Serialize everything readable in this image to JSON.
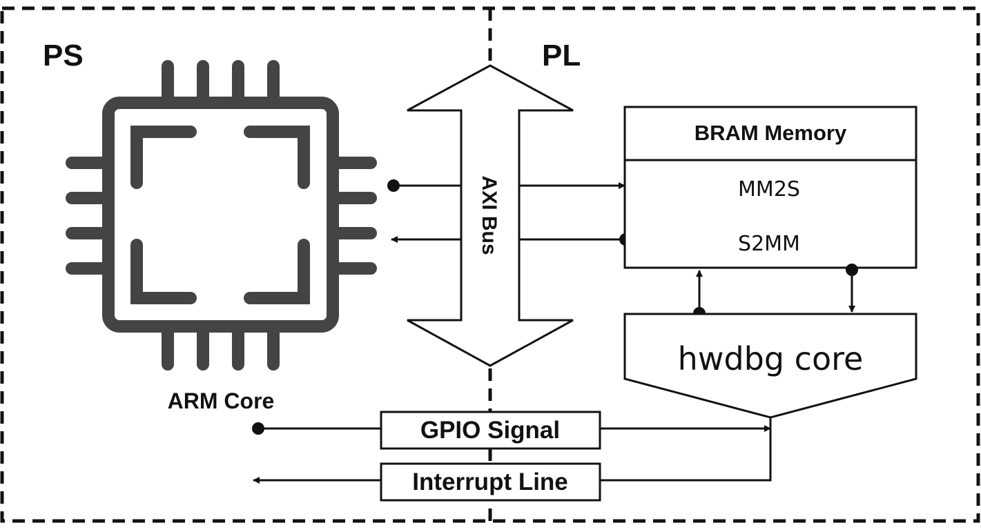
{
  "regions": {
    "ps_label": "PS",
    "pl_label": "PL"
  },
  "cpu": {
    "label": "ARM Core",
    "icon": "cpu-chip-icon",
    "color": "#444444"
  },
  "bus": {
    "label": "AXI Bus"
  },
  "bram": {
    "title": "BRAM Memory",
    "channel_1": "MM2S",
    "channel_2": "S2MM"
  },
  "hwdbg": {
    "label": "hwdbg core"
  },
  "signals": {
    "gpio": "GPIO Signal",
    "interrupt": "Interrupt Line"
  },
  "colors": {
    "line": "#111111",
    "chip": "#444444",
    "background": "#ffffff"
  }
}
